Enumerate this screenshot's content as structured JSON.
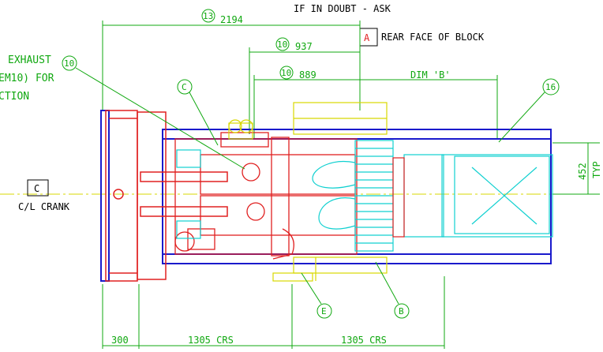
{
  "header_note": "IF IN DOUBT - ASK",
  "reference_A": {
    "letter": "A",
    "text": "REAR FACE OF BLOCK"
  },
  "reference_C": {
    "letter": "C",
    "text": "C/L CRANK"
  },
  "exhaust_note": [
    "EXHAUST",
    "EM10) FOR",
    "CTION"
  ],
  "dimensions": {
    "overall": {
      "balloon": "13",
      "value": "2194"
    },
    "d937": {
      "balloon": "10",
      "value": "937"
    },
    "d889": {
      "balloon": "10",
      "value": "889"
    },
    "dim_b": "DIM 'B'",
    "side_452": "452",
    "side_typ": "TYP",
    "bottom_300": "300",
    "bottom_crs_1": "1305 CRS",
    "bottom_crs_2": "1305 CRS"
  },
  "balloons": {
    "exhaust": "10",
    "c_top": "C",
    "b16": "16",
    "e_bottom": "E",
    "b_bottom": "B"
  },
  "colors": {
    "dimension": "#10a810",
    "frame": "#1a1acc",
    "engine": "#e02020",
    "radiator": "#10d0d0",
    "flywheel": "#d8d800",
    "centerline": "#d8d800",
    "ink": "#000000"
  }
}
